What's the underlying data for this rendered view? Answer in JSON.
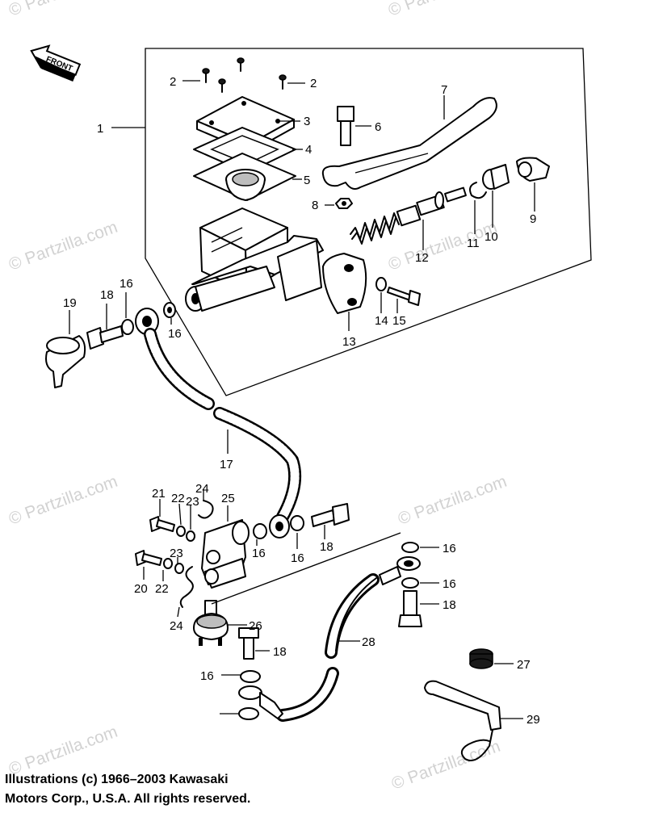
{
  "front_badge": "FRONT",
  "callouts": [
    "1",
    "2",
    "2",
    "3",
    "4",
    "5",
    "6",
    "7",
    "8",
    "9",
    "10",
    "11",
    "12",
    "13",
    "14",
    "15",
    "16",
    "16",
    "16",
    "16",
    "16",
    "16",
    "16",
    "17",
    "18",
    "18",
    "18",
    "18",
    "19",
    "20",
    "21",
    "22",
    "22",
    "23",
    "23",
    "24",
    "24",
    "25",
    "26",
    "27",
    "28",
    "29"
  ],
  "watermark": "© Partzilla.com",
  "copyright": {
    "line1": "Illustrations (c) 1966–2003 Kawasaki",
    "line2": "Motors Corp., U.S.A.  All rights reserved."
  }
}
